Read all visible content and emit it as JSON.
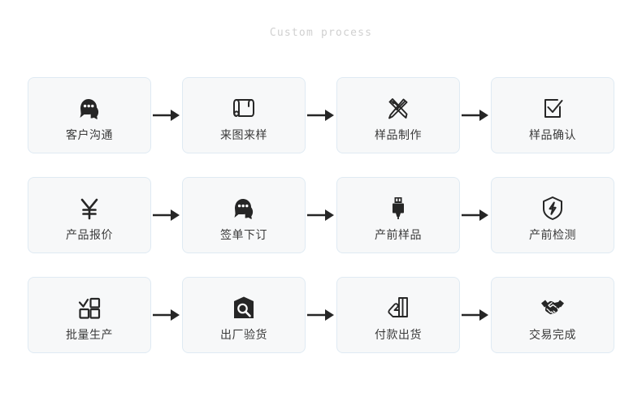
{
  "header": {
    "title": "Custom process"
  },
  "colors": {
    "page_background": "#ffffff",
    "card_background": "#f7f8f9",
    "card_border": "#dfeaf3",
    "label_text": "#3a3a3a",
    "title_text": "#d0d0d0",
    "icon": "#262626",
    "arrow": "#262626"
  },
  "flow": {
    "arrow_label": "→",
    "rows": [
      {
        "steps": [
          {
            "label": "客户沟通",
            "icon": "chat-bubbles-icon"
          },
          {
            "label": "来图来样",
            "icon": "scroll-blueprint-icon"
          },
          {
            "label": "样品制作",
            "icon": "pencil-ruler-cross-icon"
          },
          {
            "label": "样品确认",
            "icon": "checkbox-check-icon"
          }
        ]
      },
      {
        "steps": [
          {
            "label": "产品报价",
            "icon": "yuan-currency-icon"
          },
          {
            "label": "签单下订",
            "icon": "chat-bubbles-icon"
          },
          {
            "label": "产前样品",
            "icon": "usb-connector-icon"
          },
          {
            "label": "产前检测",
            "icon": "shield-bolt-icon"
          }
        ]
      },
      {
        "steps": [
          {
            "label": "批量生产",
            "icon": "grid-check-icon"
          },
          {
            "label": "出厂验货",
            "icon": "box-magnifier-icon"
          },
          {
            "label": "付款出货",
            "icon": "hand-card-icon"
          },
          {
            "label": "交易完成",
            "icon": "handshake-icon"
          }
        ]
      }
    ]
  }
}
